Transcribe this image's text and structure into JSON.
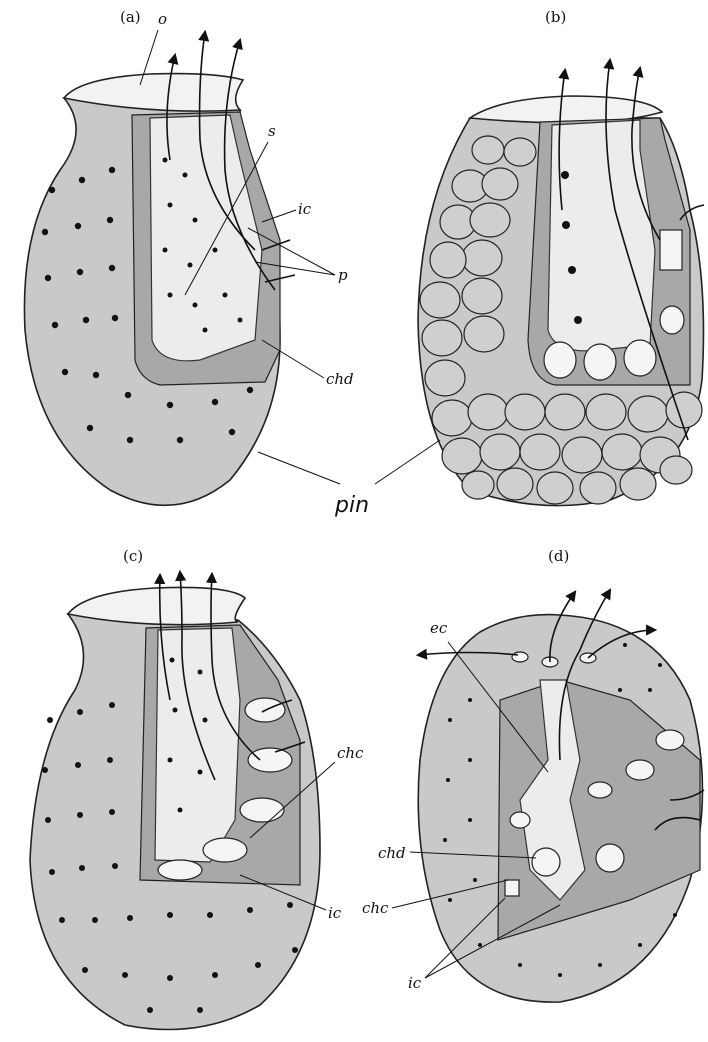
{
  "panels": {
    "a": {
      "label": "(a)",
      "tags": {
        "o": "o",
        "s": "s",
        "ic": "ic",
        "p": "p",
        "chd": "chd"
      }
    },
    "b": {
      "label": "(b)"
    },
    "c": {
      "label": "(c)",
      "tags": {
        "chc": "chc",
        "ic": "ic"
      }
    },
    "d": {
      "label": "(d)",
      "tags": {
        "ec": "ec",
        "chd": "chd",
        "chc": "chc",
        "ic": "ic"
      }
    }
  },
  "shared_label": "pin",
  "colors": {
    "body": "#c9c9c9",
    "inner": "#ececec",
    "ink": "#111111"
  }
}
